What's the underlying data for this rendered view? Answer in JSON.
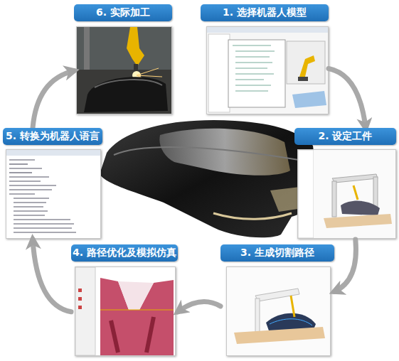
{
  "diagram": {
    "nodes": [
      {
        "text": [
          "1. 选择机器人模型"
        ]
      },
      {
        "text": [
          "2. 设定工件"
        ]
      },
      {
        "text": [
          "3. 生成切割路径"
        ]
      },
      {
        "text": [
          "4. 路径优化及模拟仿真"
        ]
      },
      {
        "text": [
          "5. 转换为机器人语言"
        ]
      },
      {
        "text": [
          "6. 实际加工"
        ]
      }
    ],
    "edges": [
      {
        "from": 0,
        "to": 1,
        "arrow": "to"
      },
      {
        "from": 1,
        "to": 2,
        "arrow": "to"
      },
      {
        "from": 2,
        "to": 3,
        "arrow": "to"
      },
      {
        "from": 3,
        "to": 4,
        "arrow": "to"
      },
      {
        "from": 4,
        "to": 5,
        "arrow": "to"
      }
    ]
  }
}
